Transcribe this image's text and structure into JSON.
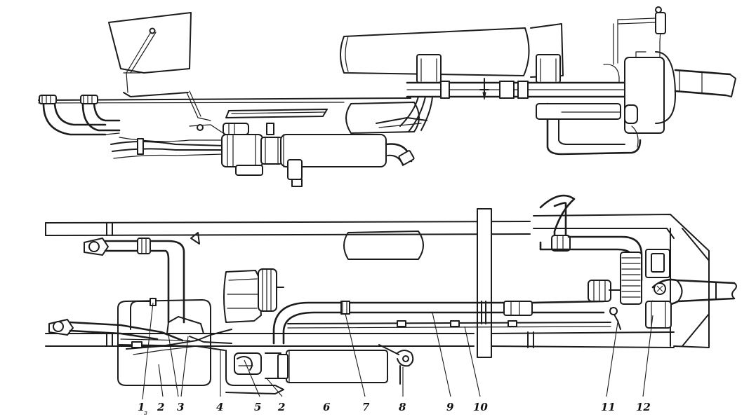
{
  "callouts": {
    "c1": {
      "number": "1",
      "subscript": "з"
    },
    "c2a": {
      "number": "2"
    },
    "c3": {
      "number": "3"
    },
    "c4": {
      "number": "4"
    },
    "c5": {
      "number": "5"
    },
    "c2b": {
      "number": "2"
    },
    "c6": {
      "number": "6"
    },
    "c7": {
      "number": "7"
    },
    "c8": {
      "number": "8"
    },
    "c9": {
      "number": "9"
    },
    "c10": {
      "number": "10"
    },
    "c11": {
      "number": "11"
    },
    "c12": {
      "number": "12"
    }
  },
  "colors": {
    "ink": "#1c1c1c",
    "paper": "#ffffff",
    "hatch": "#d8d8d8"
  }
}
